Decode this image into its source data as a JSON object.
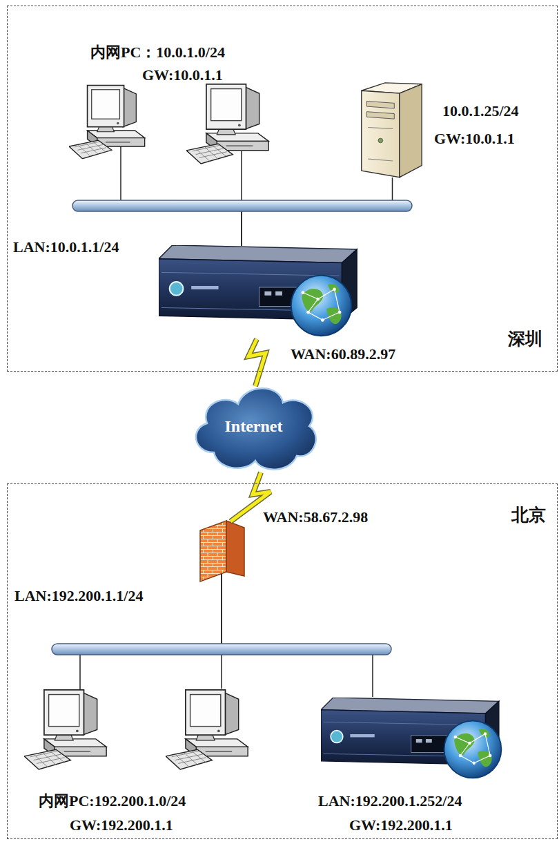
{
  "diagram": {
    "nodes": [
      {
        "text": [
          "深圳"
        ]
      },
      {
        "text": [
          "内网PC：10.0.1.0/24",
          "GW:10.0.1.1"
        ],
        "in": 0
      },
      {
        "text": [
          "10.0.1.25/24",
          "GW:10.0.1.1"
        ],
        "in": 0
      },
      {
        "text": [
          "LAN:10.0.1.1/24",
          "WAN:60.89.2.97"
        ],
        "in": 0
      },
      {
        "text": [
          "Internet"
        ]
      },
      {
        "text": [
          "北京"
        ]
      },
      {
        "text": [
          "WAN:58.67.2.98",
          "LAN:192.200.1.1/24"
        ],
        "in": 5
      },
      {
        "text": [
          "内网PC:192.200.1.0/24",
          "GW:192.200.1.1"
        ],
        "in": 5
      },
      {
        "text": [
          "LAN:192.200.1.252/24",
          "GW:192.200.1.1"
        ],
        "in": 5
      }
    ],
    "edges": [
      {
        "from": 1,
        "to": 3,
        "arrow": "none"
      },
      {
        "from": 2,
        "to": 3,
        "arrow": "none"
      },
      {
        "from": 3,
        "to": 4,
        "arrow": "none"
      },
      {
        "from": 4,
        "to": 6,
        "arrow": "none"
      },
      {
        "from": 6,
        "to": 7,
        "arrow": "none"
      },
      {
        "from": 6,
        "to": 8,
        "arrow": "none"
      }
    ]
  }
}
